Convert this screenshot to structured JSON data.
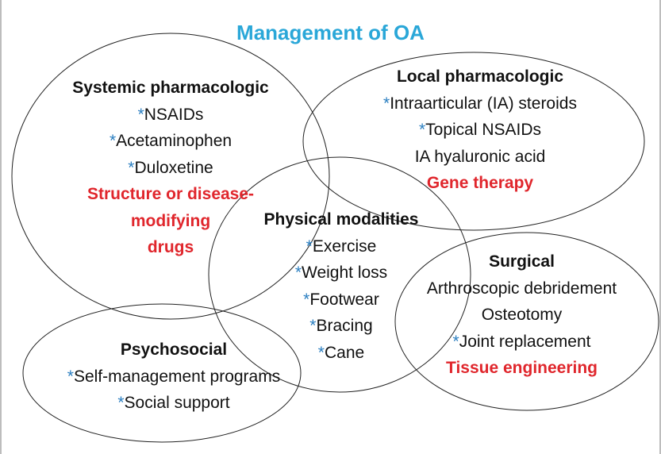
{
  "title": "Management of OA",
  "groups": {
    "systemic": {
      "heading": "Systemic pharmacologic",
      "items": [
        "NSAIDs",
        "Acetaminophen",
        "Duloxetine"
      ],
      "emphasis": [
        "Structure or disease-",
        "modifying",
        "drugs"
      ]
    },
    "local": {
      "heading": "Local pharmacologic",
      "items": [
        "Intraarticular (IA) steroids",
        "Topical NSAIDs"
      ],
      "plain": [
        "IA hyaluronic acid"
      ],
      "emphasis": [
        "Gene therapy"
      ]
    },
    "physical": {
      "heading": "Physical modalities",
      "items": [
        "Exercise",
        "Weight loss",
        "Footwear",
        "Bracing",
        "Cane"
      ]
    },
    "surgical": {
      "heading": "Surgical",
      "plain": [
        "Arthroscopic debridement",
        "Osteotomy"
      ],
      "items": [
        "Joint replacement"
      ],
      "emphasis": [
        "Tissue engineering"
      ]
    },
    "psychosocial": {
      "heading": "Psychosocial",
      "items": [
        "Self-management programs",
        "Social support"
      ]
    }
  },
  "marker": "*",
  "colors": {
    "title": "#2aa7d8",
    "marker": "#2a7ec0",
    "emphasis": "#e0262c",
    "text": "#111111",
    "outline": "#222222"
  }
}
